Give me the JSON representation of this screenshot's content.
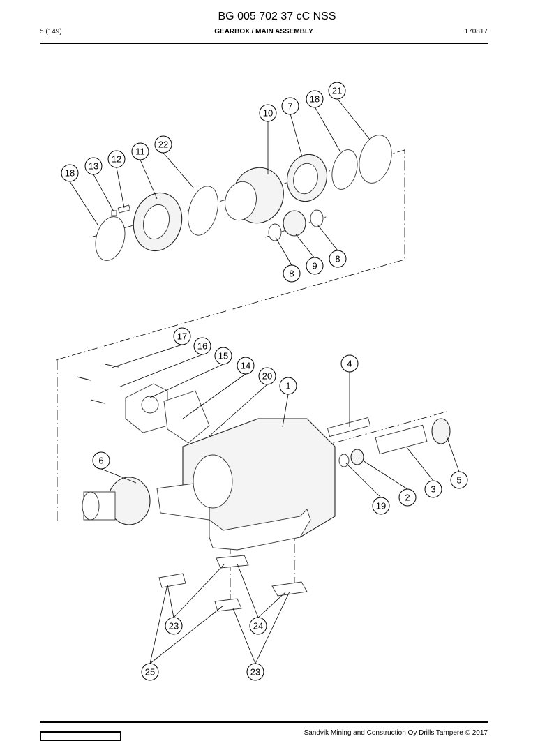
{
  "header": {
    "doc_number": "BG 005 702 37 cC NSS",
    "page": "5 (149)",
    "section": "GEARBOX / MAIN ASSEMBLY",
    "date_code": "170817"
  },
  "footer": {
    "copyright": "Sandvik Mining and Construction Oy Drills Tampere © 2017"
  },
  "callouts": {
    "c21": "21",
    "c18a": "18",
    "c7": "7",
    "c10": "10",
    "c22": "22",
    "c11": "11",
    "c12": "12",
    "c13": "13",
    "c18b": "18",
    "c8a": "8",
    "c9": "9",
    "c8b": "8",
    "c17": "17",
    "c16": "16",
    "c15": "15",
    "c14": "14",
    "c20": "20",
    "c1": "1",
    "c4": "4",
    "c6": "6",
    "c5": "5",
    "c3": "3",
    "c2": "2",
    "c19": "19",
    "c23a": "23",
    "c24": "24",
    "c25": "25",
    "c23b": "23"
  }
}
